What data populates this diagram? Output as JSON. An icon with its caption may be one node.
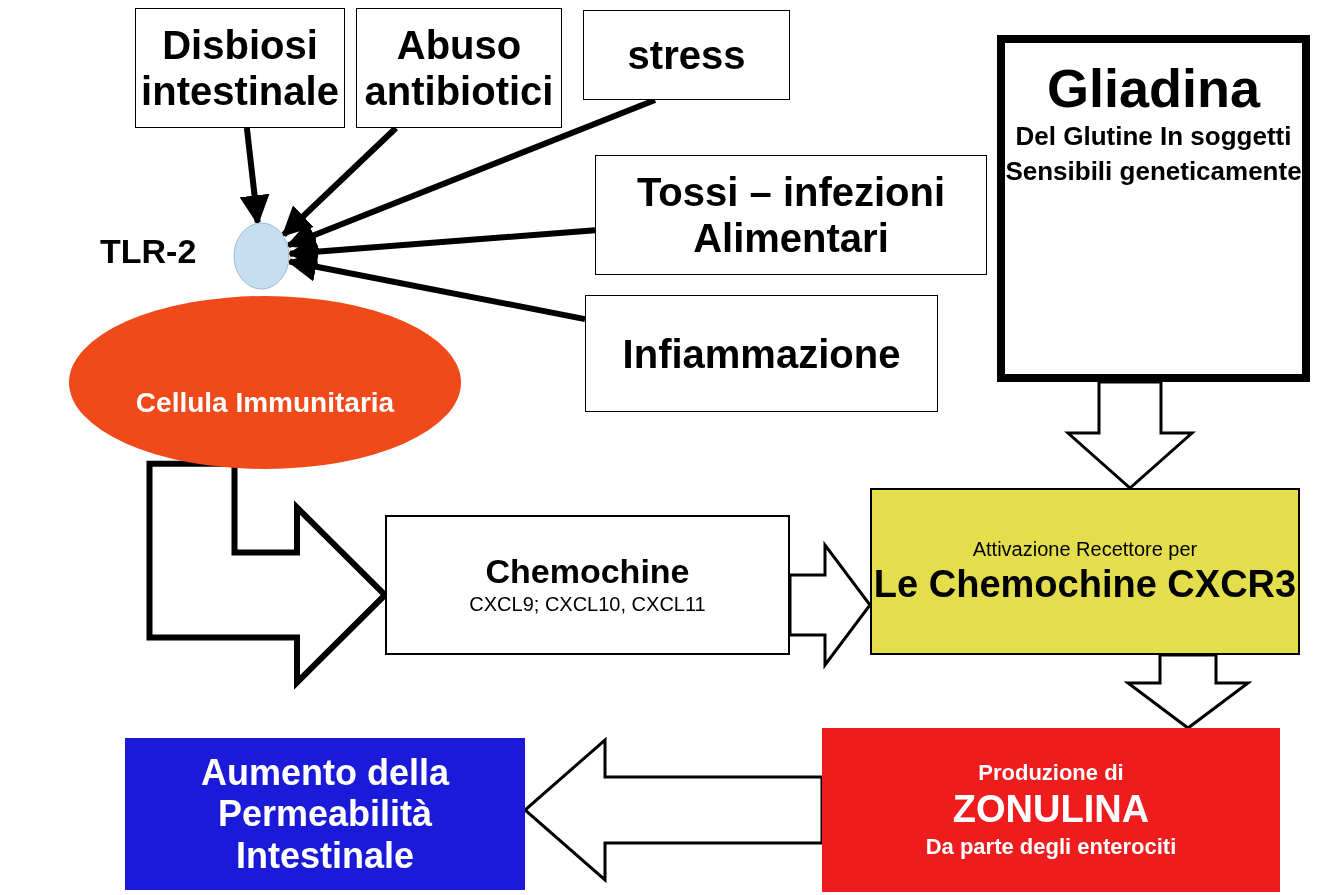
{
  "diagram": {
    "nodes": [
      {
        "text": [
          "Disbiosi intestinale"
        ]
      },
      {
        "text": [
          "Abuso antibiotici"
        ]
      },
      {
        "text": [
          "stress"
        ]
      },
      {
        "text": [
          "Tossi – infezioni Alimentari"
        ]
      },
      {
        "text": [
          "Infiammazione"
        ]
      },
      {
        "text": [
          "Gliadina",
          "Del Glutine In soggetti Sensibili geneticamente"
        ]
      },
      {
        "text": [],
        "shape": "circle",
        "beside": [
          "TLR-2"
        ]
      },
      {
        "text": [
          "Cellula Immunitaria"
        ]
      },
      {
        "text": [
          "Chemochine",
          "CXCL9; CXCL10, CXCL11"
        ]
      },
      {
        "text": [
          "Attivazione Recettore per",
          "Le Chemochine CXCR3"
        ]
      },
      {
        "text": [
          "Produzione di",
          "ZONULINA",
          "Da parte degli enterociti"
        ]
      },
      {
        "text": [
          "Aumento della Permeabilità Intestinale"
        ]
      }
    ],
    "edges": [
      {
        "from": 0,
        "to": 6,
        "arrow": "to"
      },
      {
        "from": 1,
        "to": 6,
        "arrow": "to"
      },
      {
        "from": 2,
        "to": 6,
        "arrow": "to"
      },
      {
        "from": 3,
        "to": 6,
        "arrow": "to"
      },
      {
        "from": 4,
        "to": 6,
        "arrow": "to"
      },
      {
        "from": 7,
        "to": 8,
        "arrow": "to",
        "style": "thick"
      },
      {
        "from": 8,
        "to": 9,
        "arrow": "to",
        "style": "thick"
      },
      {
        "from": 5,
        "to": 9,
        "arrow": "to",
        "style": "thick"
      },
      {
        "from": 9,
        "to": 10,
        "arrow": "to",
        "style": "thick"
      },
      {
        "from": 10,
        "to": 11,
        "arrow": "to",
        "style": "thick"
      }
    ]
  }
}
